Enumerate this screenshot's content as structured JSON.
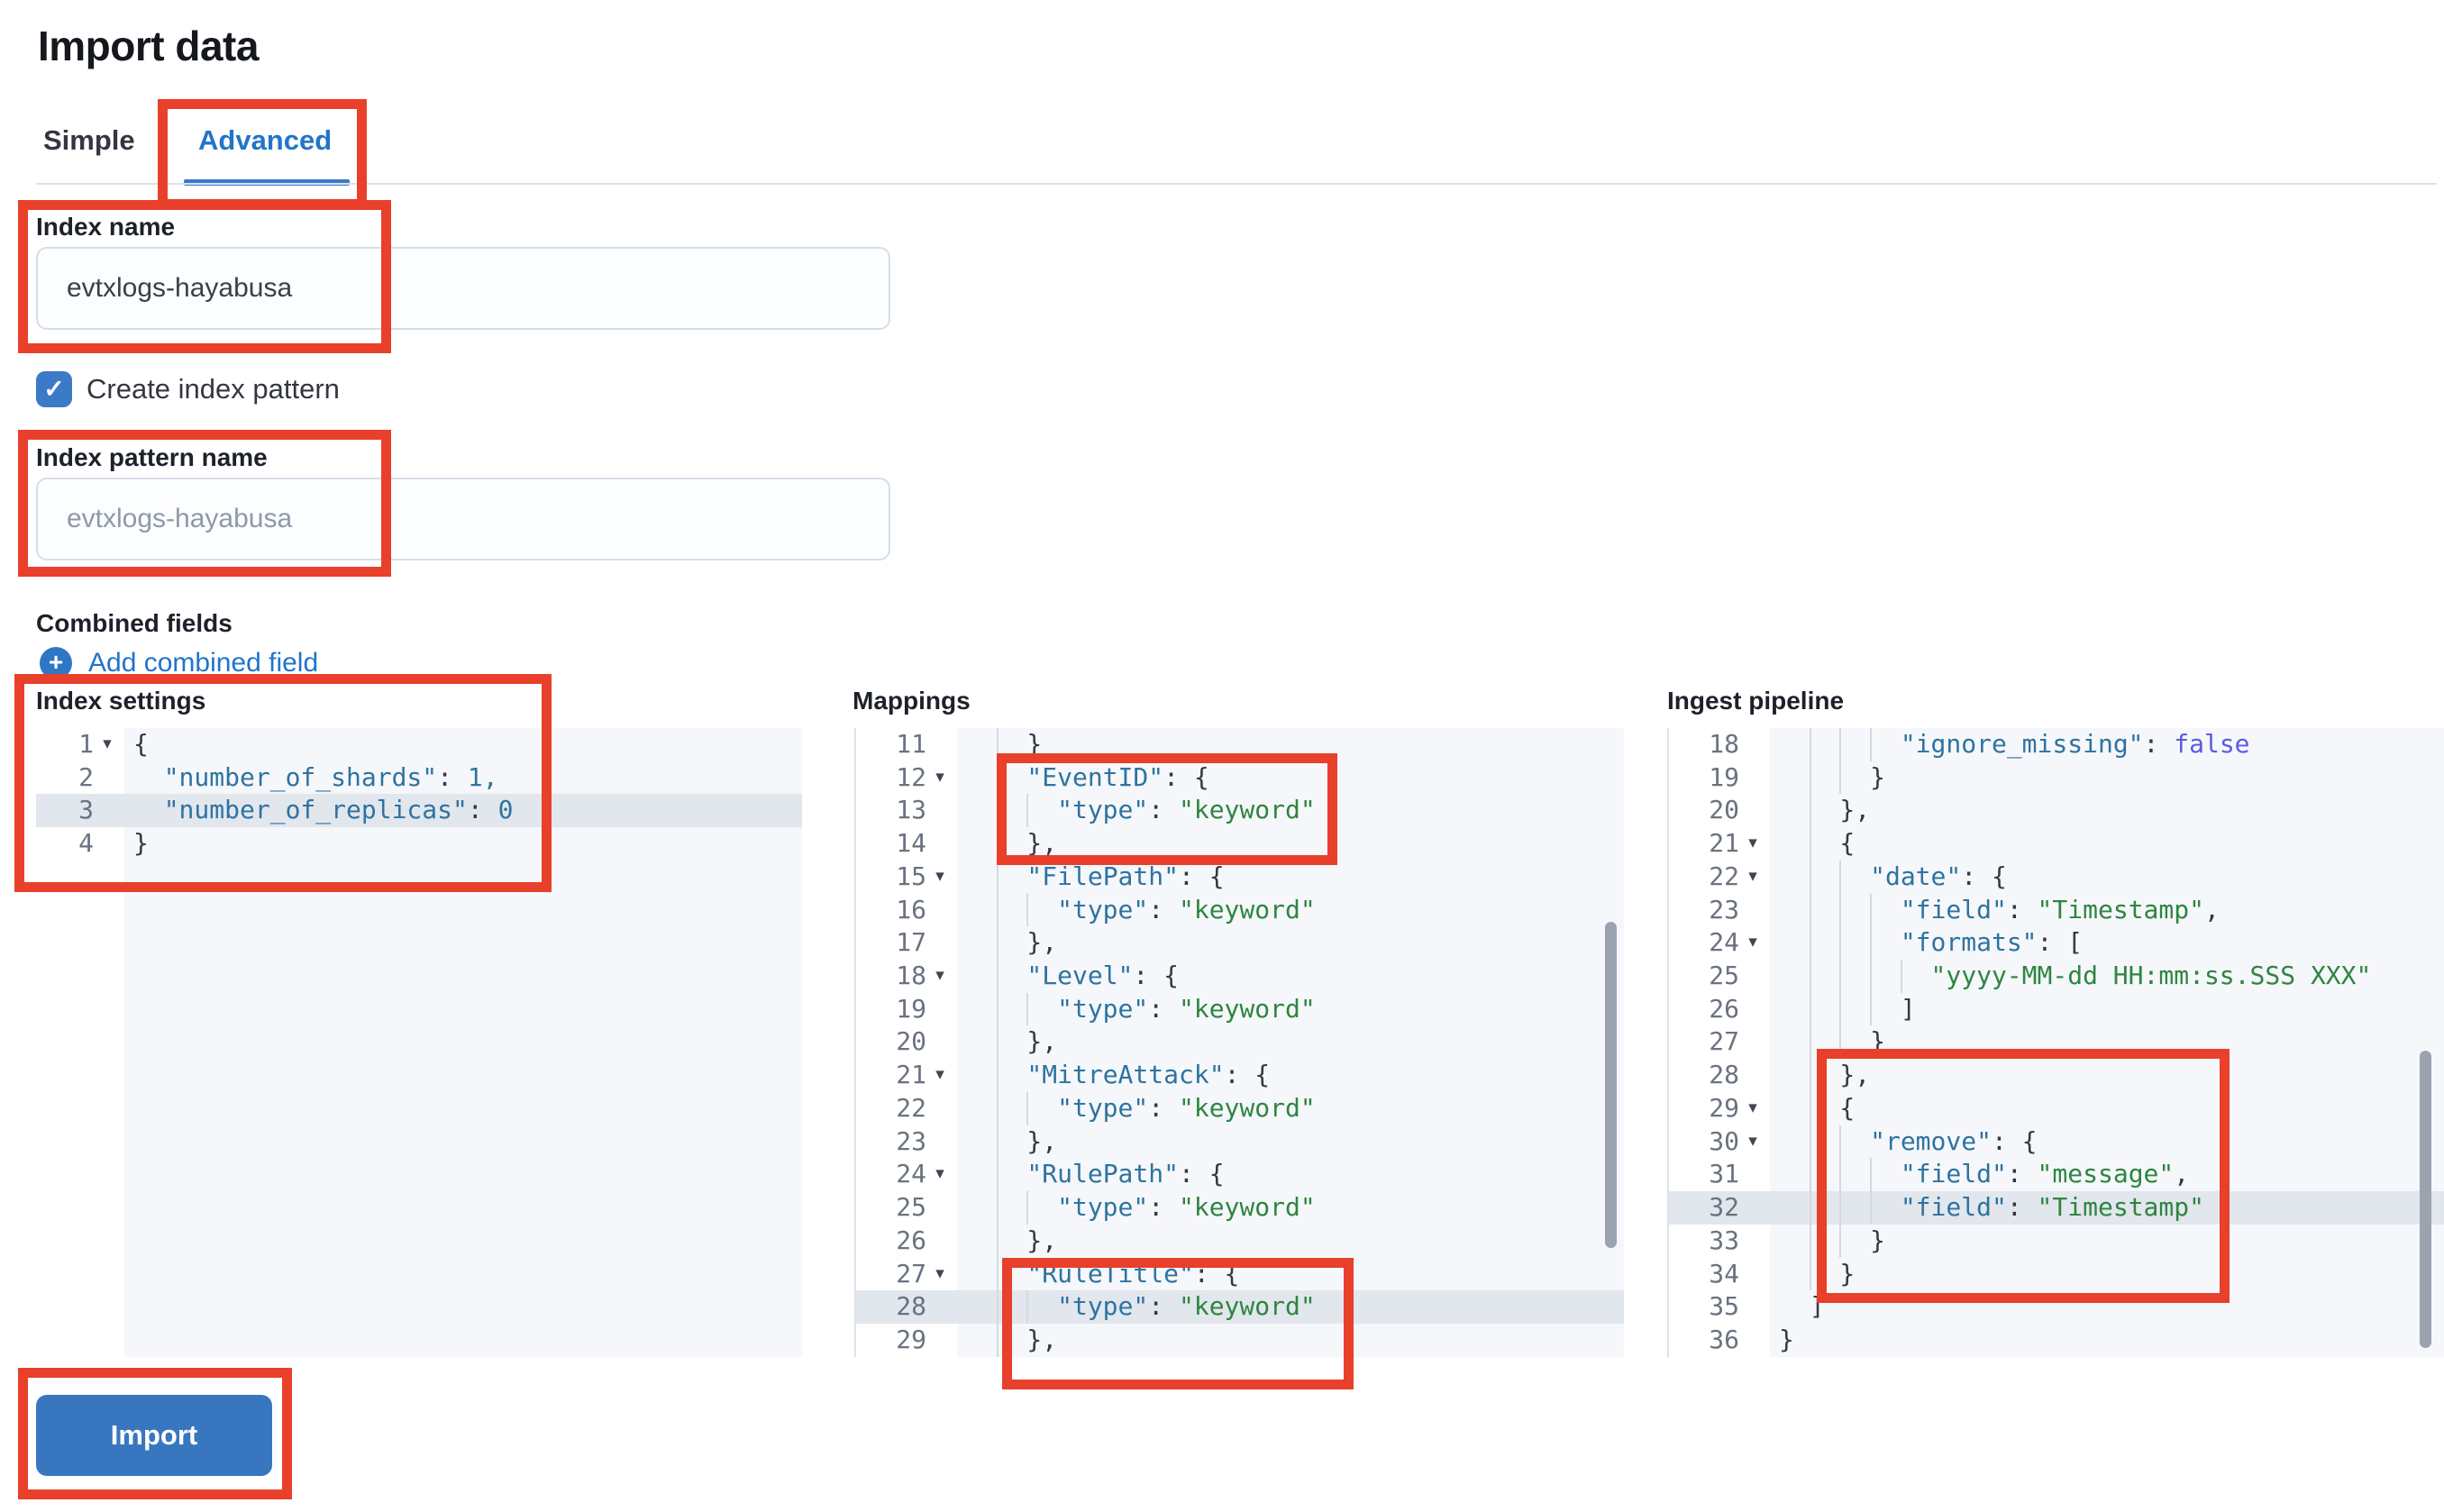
{
  "page": {
    "title": "Import data"
  },
  "tabs": {
    "simple": "Simple",
    "advanced": "Advanced",
    "active": "Advanced"
  },
  "fields": {
    "index_name": {
      "label": "Index name",
      "value": "evtxlogs-hayabusa"
    },
    "create_index_pattern": {
      "label": "Create index pattern",
      "checked": true
    },
    "index_pattern_name": {
      "label": "Index pattern name",
      "placeholder": "evtxlogs-hayabusa"
    },
    "combined_fields": {
      "label": "Combined fields",
      "add_link": "Add combined field"
    }
  },
  "actions": {
    "import_label": "Import"
  },
  "colors": {
    "primary_blue": "#3877c0",
    "link_blue": "#2174ca",
    "tab_active_blue": "#2275c9",
    "annotation_red": "#e8402a",
    "editor_bg": "#f5f7fa",
    "highlight_row": "#e2e6ed",
    "syntax_key": "#2e73a0",
    "syntax_string": "#2e8540",
    "syntax_boolean": "#5b5be2"
  },
  "editors": [
    {
      "id": "index-settings",
      "label": "Index settings",
      "highlight_line": 3,
      "gutter_num_width": 64,
      "lines": [
        {
          "n": 1,
          "a": true,
          "i": 0,
          "t": [
            [
              "p",
              "{"
            ]
          ]
        },
        {
          "n": 2,
          "a": false,
          "i": 1,
          "t": [
            [
              "k",
              "\"number_of_shards\""
            ],
            [
              "p",
              ": "
            ],
            [
              "n",
              "1,"
            ]
          ]
        },
        {
          "n": 3,
          "a": false,
          "i": 1,
          "t": [
            [
              "k",
              "\"number_of_replicas\""
            ],
            [
              "p",
              ": "
            ],
            [
              "n",
              "0"
            ]
          ]
        },
        {
          "n": 4,
          "a": false,
          "i": 0,
          "t": [
            [
              "p",
              "}"
            ]
          ]
        }
      ]
    },
    {
      "id": "mappings",
      "label": "Mappings",
      "highlight_line": 28,
      "gutter_num_width": 78,
      "lines": [
        {
          "n": 11,
          "a": false,
          "i": 2,
          "t": [
            [
              "p",
              "}"
            ]
          ]
        },
        {
          "n": 12,
          "a": true,
          "i": 2,
          "t": [
            [
              "k",
              "\"EventID\""
            ],
            [
              "p",
              ": {"
            ]
          ]
        },
        {
          "n": 13,
          "a": false,
          "i": 3,
          "t": [
            [
              "k",
              "\"type\""
            ],
            [
              "p",
              ": "
            ],
            [
              "s",
              "\"keyword\""
            ]
          ]
        },
        {
          "n": 14,
          "a": false,
          "i": 2,
          "t": [
            [
              "p",
              "},"
            ]
          ]
        },
        {
          "n": 15,
          "a": true,
          "i": 2,
          "t": [
            [
              "k",
              "\"FilePath\""
            ],
            [
              "p",
              ": {"
            ]
          ]
        },
        {
          "n": 16,
          "a": false,
          "i": 3,
          "t": [
            [
              "k",
              "\"type\""
            ],
            [
              "p",
              ": "
            ],
            [
              "s",
              "\"keyword\""
            ]
          ]
        },
        {
          "n": 17,
          "a": false,
          "i": 2,
          "t": [
            [
              "p",
              "},"
            ]
          ]
        },
        {
          "n": 18,
          "a": true,
          "i": 2,
          "t": [
            [
              "k",
              "\"Level\""
            ],
            [
              "p",
              ": {"
            ]
          ]
        },
        {
          "n": 19,
          "a": false,
          "i": 3,
          "t": [
            [
              "k",
              "\"type\""
            ],
            [
              "p",
              ": "
            ],
            [
              "s",
              "\"keyword\""
            ]
          ]
        },
        {
          "n": 20,
          "a": false,
          "i": 2,
          "t": [
            [
              "p",
              "},"
            ]
          ]
        },
        {
          "n": 21,
          "a": true,
          "i": 2,
          "t": [
            [
              "k",
              "\"MitreAttack\""
            ],
            [
              "p",
              ": {"
            ]
          ]
        },
        {
          "n": 22,
          "a": false,
          "i": 3,
          "t": [
            [
              "k",
              "\"type\""
            ],
            [
              "p",
              ": "
            ],
            [
              "s",
              "\"keyword\""
            ]
          ]
        },
        {
          "n": 23,
          "a": false,
          "i": 2,
          "t": [
            [
              "p",
              "},"
            ]
          ]
        },
        {
          "n": 24,
          "a": true,
          "i": 2,
          "t": [
            [
              "k",
              "\"RulePath\""
            ],
            [
              "p",
              ": {"
            ]
          ]
        },
        {
          "n": 25,
          "a": false,
          "i": 3,
          "t": [
            [
              "k",
              "\"type\""
            ],
            [
              "p",
              ": "
            ],
            [
              "s",
              "\"keyword\""
            ]
          ]
        },
        {
          "n": 26,
          "a": false,
          "i": 2,
          "t": [
            [
              "p",
              "},"
            ]
          ]
        },
        {
          "n": 27,
          "a": true,
          "i": 2,
          "t": [
            [
              "k",
              "\"RuleTitle\""
            ],
            [
              "p",
              ": {"
            ]
          ]
        },
        {
          "n": 28,
          "a": false,
          "i": 3,
          "t": [
            [
              "k",
              "\"type\""
            ],
            [
              "p",
              ": "
            ],
            [
              "s",
              "\"keyword\""
            ]
          ]
        },
        {
          "n": 29,
          "a": false,
          "i": 2,
          "t": [
            [
              "p",
              "},"
            ]
          ]
        }
      ]
    },
    {
      "id": "ingest-pipeline",
      "label": "Ingest pipeline",
      "highlight_line": 32,
      "gutter_num_width": 78,
      "lines": [
        {
          "n": 18,
          "a": false,
          "i": 4,
          "t": [
            [
              "k",
              "\"ignore_missing\""
            ],
            [
              "p",
              ": "
            ],
            [
              "b",
              "false"
            ]
          ]
        },
        {
          "n": 19,
          "a": false,
          "i": 3,
          "t": [
            [
              "p",
              "}"
            ]
          ]
        },
        {
          "n": 20,
          "a": false,
          "i": 2,
          "t": [
            [
              "p",
              "},"
            ]
          ]
        },
        {
          "n": 21,
          "a": true,
          "i": 2,
          "t": [
            [
              "p",
              "{"
            ]
          ]
        },
        {
          "n": 22,
          "a": true,
          "i": 3,
          "t": [
            [
              "k",
              "\"date\""
            ],
            [
              "p",
              ": {"
            ]
          ]
        },
        {
          "n": 23,
          "a": false,
          "i": 4,
          "t": [
            [
              "k",
              "\"field\""
            ],
            [
              "p",
              ": "
            ],
            [
              "s",
              "\"Timestamp\""
            ],
            [
              "p",
              ","
            ]
          ]
        },
        {
          "n": 24,
          "a": true,
          "i": 4,
          "t": [
            [
              "k",
              "\"formats\""
            ],
            [
              "p",
              ": ["
            ]
          ]
        },
        {
          "n": 25,
          "a": false,
          "i": 5,
          "t": [
            [
              "s",
              "\"yyyy-MM-dd HH:mm:ss.SSS XXX\""
            ]
          ]
        },
        {
          "n": 26,
          "a": false,
          "i": 4,
          "t": [
            [
              "p",
              "]"
            ]
          ]
        },
        {
          "n": 27,
          "a": false,
          "i": 3,
          "t": [
            [
              "p",
              "}"
            ]
          ]
        },
        {
          "n": 28,
          "a": false,
          "i": 2,
          "t": [
            [
              "p",
              "},"
            ]
          ]
        },
        {
          "n": 29,
          "a": true,
          "i": 2,
          "t": [
            [
              "p",
              "{"
            ]
          ]
        },
        {
          "n": 30,
          "a": true,
          "i": 3,
          "t": [
            [
              "k",
              "\"remove\""
            ],
            [
              "p",
              ": {"
            ]
          ]
        },
        {
          "n": 31,
          "a": false,
          "i": 4,
          "t": [
            [
              "k",
              "\"field\""
            ],
            [
              "p",
              ": "
            ],
            [
              "s",
              "\"message\""
            ],
            [
              "p",
              ","
            ]
          ]
        },
        {
          "n": 32,
          "a": false,
          "i": 4,
          "t": [
            [
              "k",
              "\"field\""
            ],
            [
              "p",
              ": "
            ],
            [
              "s",
              "\"Timestamp\""
            ]
          ]
        },
        {
          "n": 33,
          "a": false,
          "i": 3,
          "t": [
            [
              "p",
              "}"
            ]
          ]
        },
        {
          "n": 34,
          "a": false,
          "i": 2,
          "t": [
            [
              "p",
              "}"
            ]
          ]
        },
        {
          "n": 35,
          "a": false,
          "i": 1,
          "t": [
            [
              "p",
              "]"
            ]
          ]
        },
        {
          "n": 36,
          "a": false,
          "i": 0,
          "t": [
            [
              "p",
              "}"
            ]
          ]
        }
      ]
    }
  ]
}
